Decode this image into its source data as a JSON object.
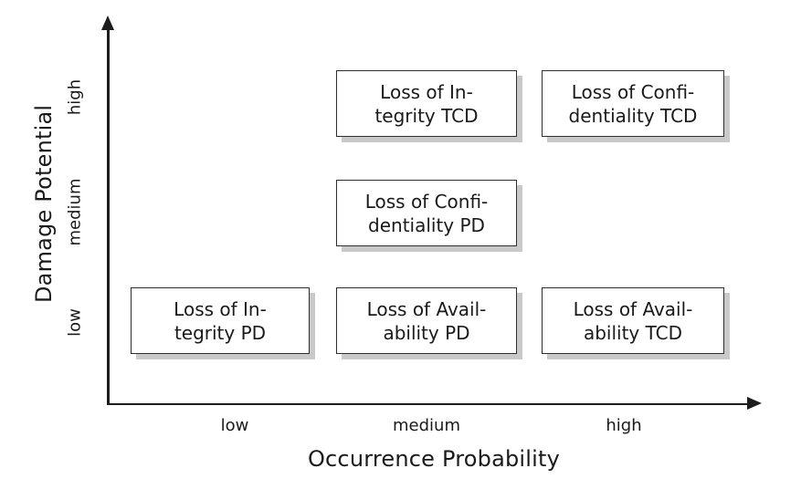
{
  "chart_data": {
    "type": "table",
    "title": "",
    "xlabel": "Occurrence Probability",
    "ylabel": "Damage Potential",
    "x_categories": [
      "low",
      "medium",
      "high"
    ],
    "y_categories": [
      "low",
      "medium",
      "high"
    ],
    "grid": false,
    "legend": "none",
    "cells": [
      {
        "x": "medium",
        "y": "high",
        "line1": "Loss of In-",
        "line2": "tegrity TCD"
      },
      {
        "x": "high",
        "y": "high",
        "line1": "Loss of Confi-",
        "line2": "dentiality TCD"
      },
      {
        "x": "medium",
        "y": "medium",
        "line1": "Loss of Confi-",
        "line2": "dentiality PD"
      },
      {
        "x": "low",
        "y": "low",
        "line1": "Loss of In-",
        "line2": "tegrity PD"
      },
      {
        "x": "medium",
        "y": "low",
        "line1": "Loss of Avail-",
        "line2": "ability PD"
      },
      {
        "x": "high",
        "y": "low",
        "line1": "Loss of Avail-",
        "line2": "ability TCD"
      }
    ]
  },
  "axes": {
    "y": {
      "title": "Damage Potential",
      "ticks": [
        {
          "label": "high"
        },
        {
          "label": "medium"
        },
        {
          "label": "low"
        }
      ]
    },
    "x": {
      "title": "Occurrence Probability",
      "ticks": [
        {
          "label": "low"
        },
        {
          "label": "medium"
        },
        {
          "label": "high"
        }
      ]
    }
  },
  "colors": {
    "background": "#ffffff",
    "axis": "#1d1d1d",
    "box_border": "#2e2e2e",
    "box_fill": "#ffffff",
    "box_shadow": "#c9c9c9",
    "text": "#1a1a1a"
  }
}
